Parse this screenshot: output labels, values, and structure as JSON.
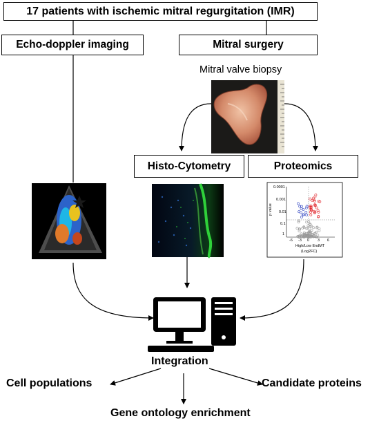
{
  "header": {
    "title": "17 patients with ischemic mitral regurgitation (IMR)"
  },
  "branches": {
    "echo": "Echo-doppler imaging",
    "surgery": "Mitral surgery",
    "biopsy": "Mitral valve biopsy",
    "histo": "Histo-Cytometry",
    "proteomics": "Proteomics"
  },
  "volcano": {
    "yaxis_label": "p value",
    "yticks": [
      "0.0001",
      "0.001",
      "0.01",
      "0.1",
      "1"
    ],
    "xticks": [
      "-6",
      "-3",
      "0",
      "3",
      "6"
    ],
    "xaxis_label_line1": "High/Low EndMT",
    "xaxis_label_line2": "(Log2FC)"
  },
  "integration": {
    "label": "Integration"
  },
  "outputs": {
    "cells": "Cell populations",
    "proteins": "Candidate proteins",
    "ontology": "Gene ontology enrichment"
  },
  "colors": {
    "up": "#e0242b",
    "down": "#2a3fbf",
    "ns": "#999999",
    "valve": "#d48a6a",
    "echo_blue": "#2c63c9",
    "echo_orange": "#e07a2a",
    "histo_green": "#2fd13a"
  },
  "icons": [
    "computer-monitor-icon",
    "computer-tower-icon",
    "keyboard-icon"
  ]
}
